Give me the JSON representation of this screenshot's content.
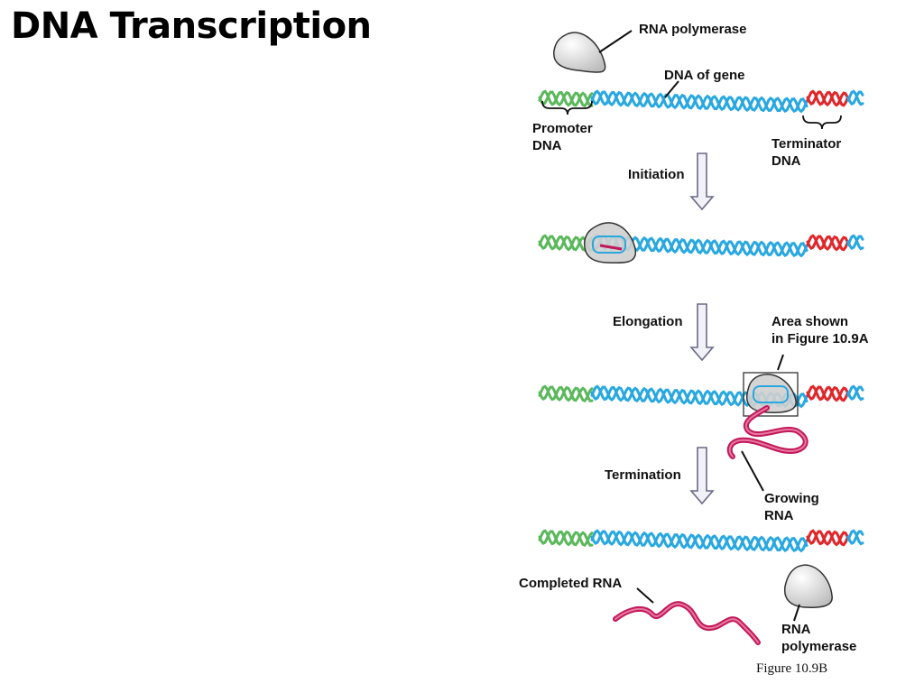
{
  "title": "DNA Transcription",
  "colors": {
    "dna_strand": "#29a8e0",
    "promoter": "#5cb85c",
    "terminator": "#e0262a",
    "rna": "#c2185b",
    "rna_light": "#e8799e",
    "polymerase": "#d6d6d6",
    "arrow_fill": "#f2f1f7",
    "arrow_stroke": "#6a6a86"
  },
  "labels": {
    "rna_polymerase_top": "RNA polymerase",
    "dna_of_gene": "DNA of gene",
    "promoter_line1": "Promoter",
    "promoter_line2": "DNA",
    "terminator_line1": "Terminator",
    "terminator_line2": "DNA",
    "area_line1": "Area shown",
    "area_line2": "in Figure 10.9A",
    "growing_line1": "Growing",
    "growing_line2": "RNA",
    "completed_rna": "Completed RNA",
    "rna_pol_bottom_line1": "RNA",
    "rna_pol_bottom_line2": "polymerase"
  },
  "stages": [
    "Initiation",
    "Elongation",
    "Termination"
  ],
  "caption": "Figure 10.9B"
}
